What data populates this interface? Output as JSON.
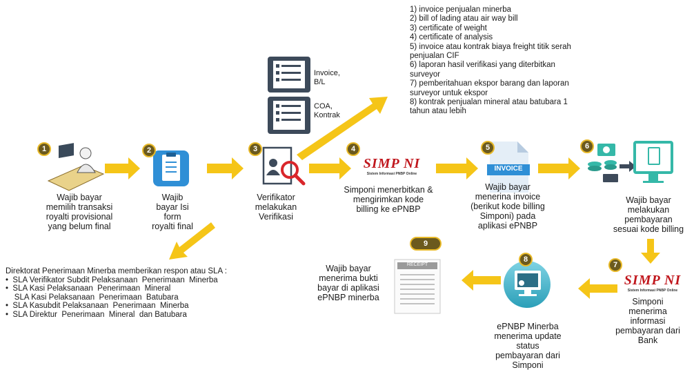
{
  "documents_list": [
    "1) invoice penjualan minerba",
    "2) bill of lading atau air way bill",
    "3) certificate of weight",
    "4) certificate of analysis",
    "5) invoice atau kontrak biaya freight titik serah\n    penjualan CIF",
    "6) laporan hasil verifikasi yang diterbitkan\n    surveyor",
    "7) pemberitahuan ekspor barang dan laporan\n    surveyor untuk ekspor",
    "8) kontrak penjualan mineral atau batubara 1\n    tahun atau lebih"
  ],
  "doc_icons": {
    "doc1": "Invoice,\nB/L",
    "doc2": "COA,\nKontrak"
  },
  "steps": [
    {
      "num": "1",
      "label": "Wajib bayar\nmemilih  transaksi\nroyalti provisional\nyang belum  final",
      "icon": "computer-user-icon"
    },
    {
      "num": "2",
      "label": "Wajib\nbayar Isi\nform\nroyalti final",
      "icon": "clipboard-form-icon"
    },
    {
      "num": "3",
      "label": "Verifikator\nmelakukan\nVerifikasi",
      "icon": "verification-search-icon"
    },
    {
      "num": "4",
      "label": "Simponi menerbitkan &\nmengirimkan  kode\nbilling  ke ePNBP",
      "icon": "simponi-logo"
    },
    {
      "num": "5",
      "label": "Wajib bayar\nmenerina invoice\n(berikut kode billing\nSimponi) pada\naplikasi ePNBP",
      "icon": "invoice-document-icon"
    },
    {
      "num": "6",
      "label": "Wajib bayar\nmelakukan\npembayaran\nsesuai kode billing",
      "icon": "money-transfer-icon"
    },
    {
      "num": "7",
      "label": "Simponi\nmenerima\ninformasi\npembayaran dari\nBank",
      "icon": "simponi-logo"
    },
    {
      "num": "8",
      "label": "ePNBP  Minerba\nmenerima update\nstatus\npembayaran dari\nSimponi",
      "icon": "monitor-gear-icon"
    },
    {
      "num": "9",
      "label": "Wajib bayar\nmenerima bukti\nbayar di aplikasi\nePNBP  minerba",
      "icon": "receipt-icon"
    }
  ],
  "logos": {
    "simponi_text": "SIMP NI",
    "simponi_sub": "Sistem Informasi PNBP Online"
  },
  "invoice_text": "INVOICE",
  "receipt_text": "RECEIPT",
  "sla": {
    "title": "Direktorat  Penerimaan  Minerba  memberikan   respon atau SLA :",
    "items": [
      "•  SLA Verifikator Subdit Pelaksanaan  Penerimaan  Minerba",
      "•  SLA Kasi Pelaksanaan  Penerimaan  Mineral",
      "    SLA Kasi Pelaksanaan  Penerimaan  Batubara",
      "•  SLA Kasubdit Pelaksanaan  Penerimaan  Minerba",
      "•  SLA Direktur  Penerimaan  Mineral  dan Batubara"
    ]
  },
  "colors": {
    "arrow": "#f5c518",
    "badge_fill": "#6b5a1e",
    "badge_ring": "#e8b928",
    "icon_blue": "#2f8fd6",
    "icon_dark": "#3d4a5a",
    "teal": "#35b8a8"
  }
}
